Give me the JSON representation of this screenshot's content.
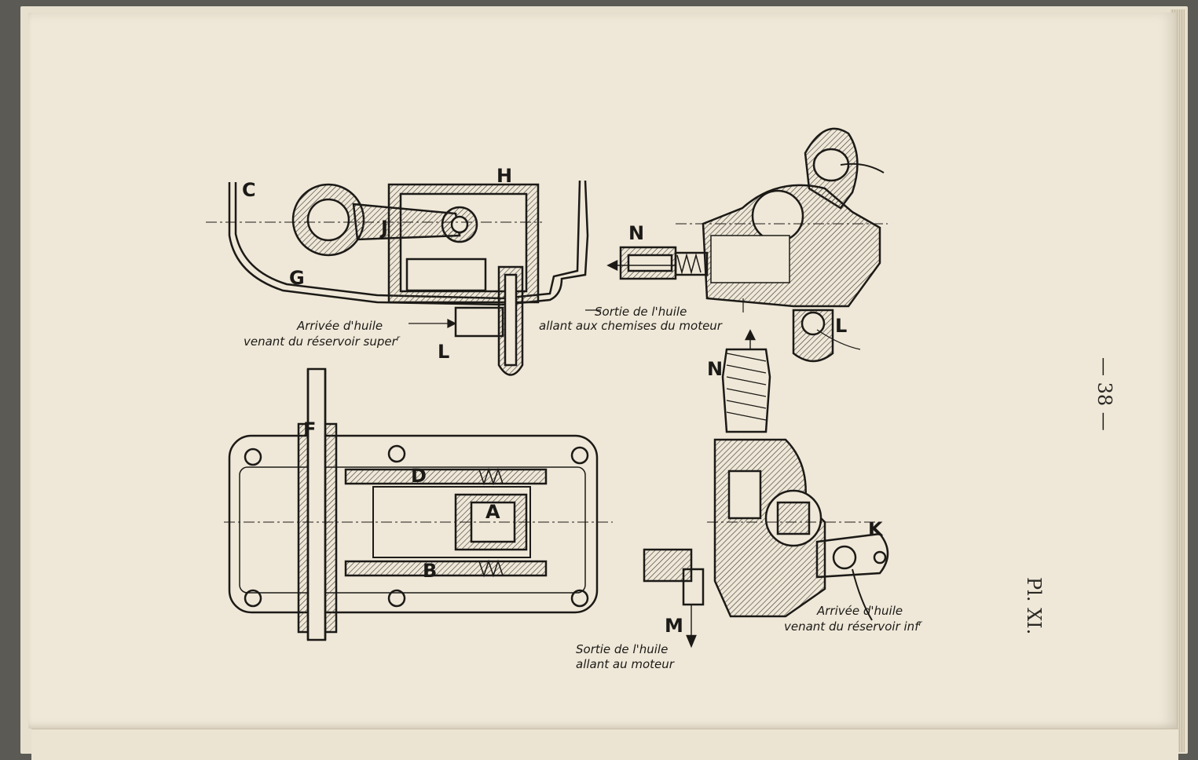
{
  "labels": {
    "C": "C",
    "H": "H",
    "J": "J",
    "G": "G",
    "L1": "L",
    "N1": "N",
    "L2": "L",
    "N2": "N",
    "F": "F",
    "D": "D",
    "A": "A",
    "B": "B",
    "K": "K",
    "M": "M"
  },
  "captions": {
    "sortie_chemises_1": "Sortie de l'huile",
    "sortie_chemises_2": "allant aux chemises du moteur",
    "arrivee_sup_1": "Arrivée d'huile",
    "arrivee_sup_2": "venant du réservoir super",
    "arrivee_sup_sup": "r",
    "arrivee_inf_1": "Arrivée d'huile",
    "arrivee_inf_2": "venant du réservoir inf",
    "arrivee_inf_sup": "r",
    "sortie_moteur_1": "Sortie de l'huile",
    "sortie_moteur_2": "allant au moteur"
  },
  "plate_label": "Pl. XI.",
  "page_number": "— 38 —"
}
